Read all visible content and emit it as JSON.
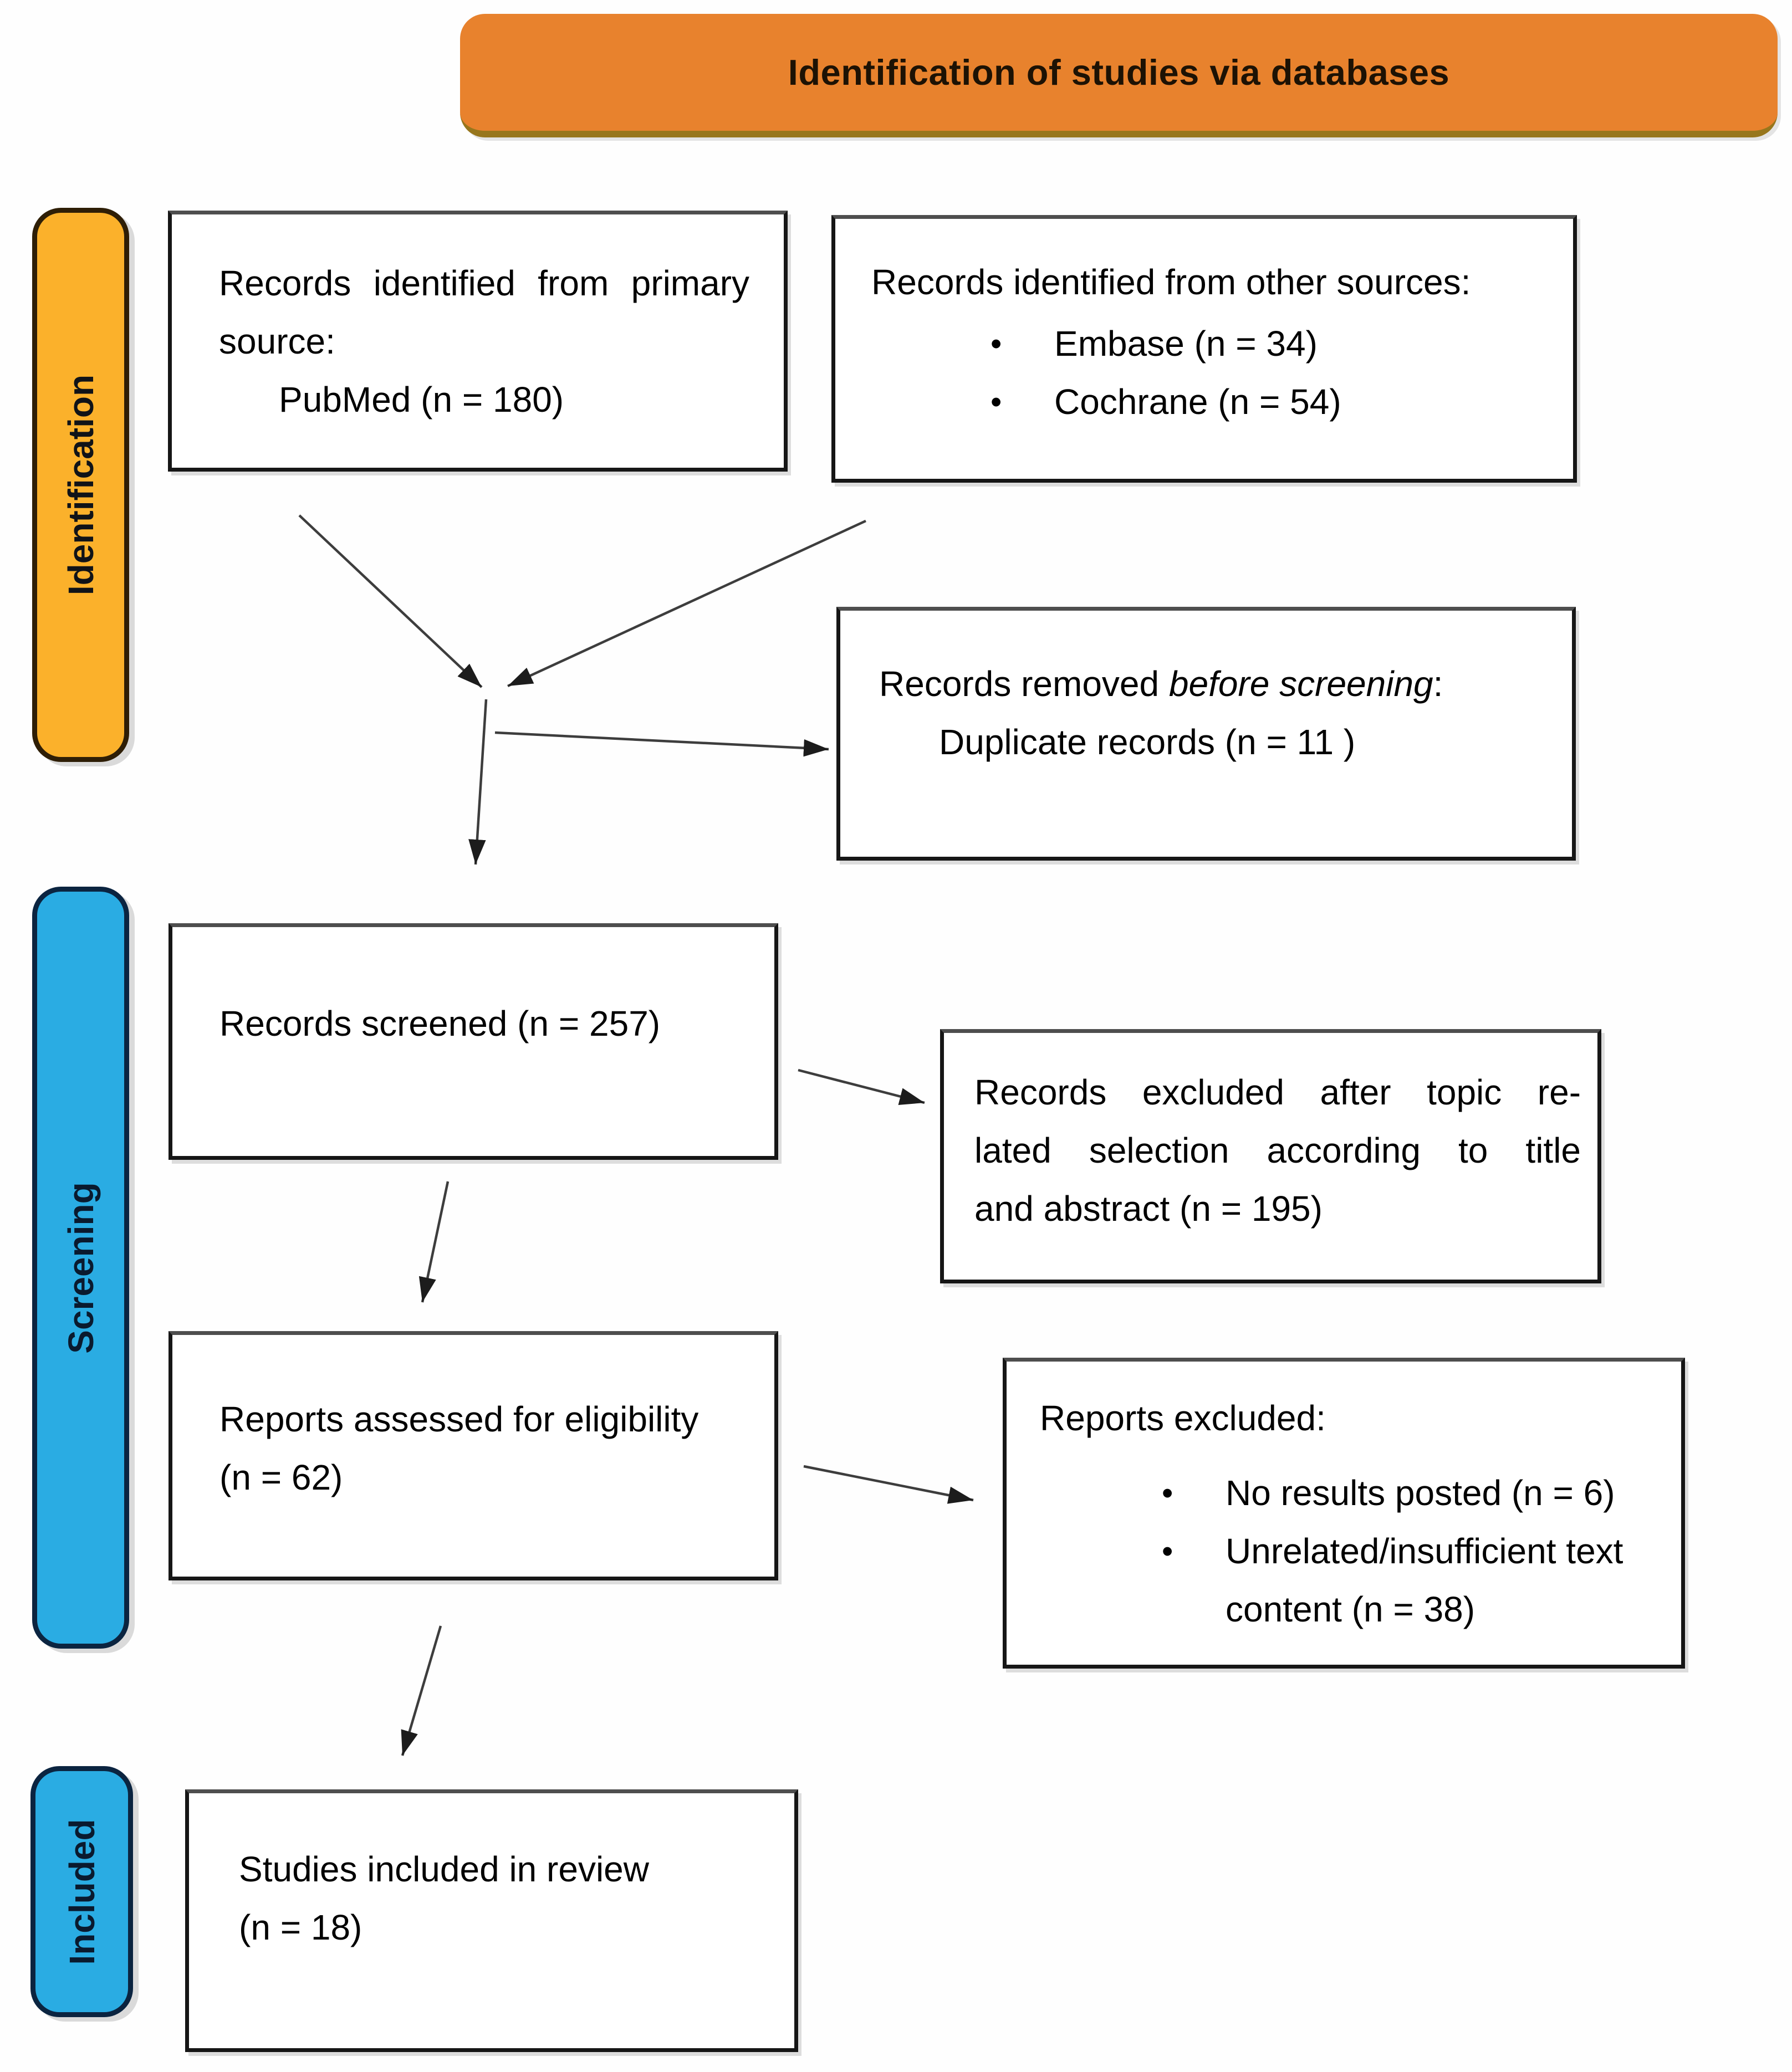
{
  "header": {
    "title": "Identification of studies via databases"
  },
  "stages": {
    "identification": "Identification",
    "screening": "Screening",
    "included": "Included"
  },
  "icons": {
    "bullet": "•"
  },
  "colors": {
    "banner_orange": "#E8822D",
    "stage_yellow": "#FBB12B",
    "stage_blue": "#2AACE3",
    "box_border": "#161616",
    "arrow_gray": "#3d3d3d"
  },
  "boxes": {
    "primary": {
      "line1": "Records identified from primary",
      "line2": "source:",
      "line3": "PubMed (n = 180)"
    },
    "other": {
      "title": "Records identified from other sources:",
      "bullets": [
        "Embase (n = 34)",
        "Cochrane (n = 54)"
      ]
    },
    "removed": {
      "line1_pre": "Records removed ",
      "line1_italic": "before screening",
      "line1_post": ":",
      "line2": "Duplicate records (n = 11 )"
    },
    "screened": {
      "text": "Records screened (n = 257)"
    },
    "excluded_screening": {
      "line1": "Records excluded after topic re-",
      "line2": "lated selection according to title",
      "line3": "and abstract (n = 195)"
    },
    "assessed": {
      "line1": "Reports assessed for eligibility",
      "line2": "(n = 62)"
    },
    "excluded_reports": {
      "title": "Reports excluded:",
      "bullets": [
        "No results posted (n = 6)",
        {
          "line1": "Unrelated/insufficient text",
          "line2": "content (n = 38)"
        }
      ]
    },
    "included_studies": {
      "line1": "Studies included in review",
      "line2": "(n = 18)"
    }
  }
}
